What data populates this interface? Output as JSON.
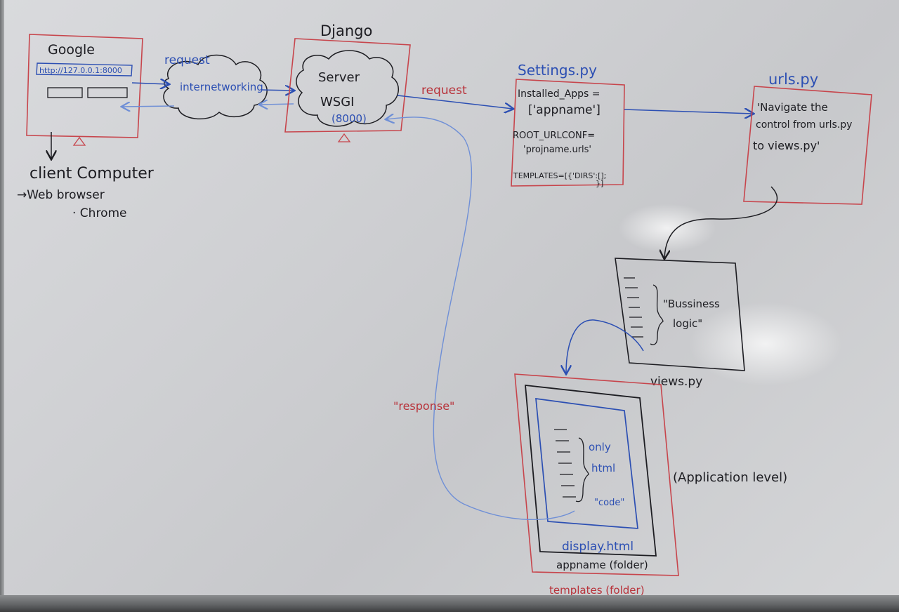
{
  "colors": {
    "marker_black": "#1d1d22",
    "marker_blue": "#2c4fb3",
    "marker_red": "#b8323a",
    "marker_light_blue": "#6f8fd6"
  },
  "client": {
    "tab_title": "Google",
    "url": "http://127.0.0.1:8000",
    "label": "client Computer",
    "sub1": "→Web browser",
    "sub2": "· Chrome"
  },
  "network": {
    "request_label": "request",
    "cloud_label": "internetworking"
  },
  "django": {
    "title": "Django",
    "server_label": "Server",
    "wsgi_label": "WSGI",
    "port_label": "(8000)",
    "request_label": "request"
  },
  "settings": {
    "title": "Settings.py",
    "installed_apps": "Installed_Apps =",
    "appname": "['appname']",
    "root_urlconf": "ROOT_URLCONF=",
    "projname_urls": "'projname.urls'",
    "templates": "TEMPLATES=[{'DIRS':[];",
    "templates_close": "}]"
  },
  "urls": {
    "title": "urls.py",
    "line1": "'Navigate the",
    "line2": "control from urls.py",
    "line3": "to views.py'"
  },
  "views": {
    "text1": "\"Bussiness",
    "text2": "logic\"",
    "label": "views.py"
  },
  "templates_box": {
    "response_label": "\"response\"",
    "only": "only",
    "html": "html",
    "code": "\"code\"",
    "file_label": "display.html",
    "appname_folder": "appname (folder)",
    "templates_folder": "templates (folder)",
    "app_level": "(Application level)"
  }
}
